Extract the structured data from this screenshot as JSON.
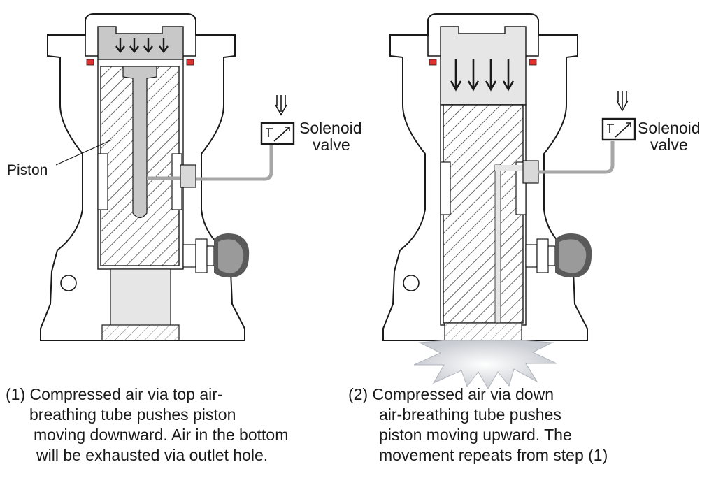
{
  "labels": {
    "piston": "Piston",
    "solenoid_left_line1": "Solenoid",
    "solenoid_left_line2": "valve",
    "solenoid_right_line1": "Solenoid",
    "solenoid_right_line2": "valve"
  },
  "captions": {
    "step1": [
      "(1) Compressed air via top air-",
      "breathing tube  pushes piston",
      "moving downward.  Air in the bottom",
      "will be exhausted via outlet hole."
    ],
    "step2": [
      "(2) Compressed air via down",
      "air-breathing tube  pushes",
      "piston moving  upward. The",
      "movement repeats  from step  (1)"
    ]
  },
  "colors": {
    "outline": "#1a1a1a",
    "air_gray": "#c8c8c8",
    "light_gray": "#e6e6e6",
    "tube_gray": "#a6a6a6",
    "seal_red": "#e03030",
    "hatch": "#2a2a2a"
  }
}
